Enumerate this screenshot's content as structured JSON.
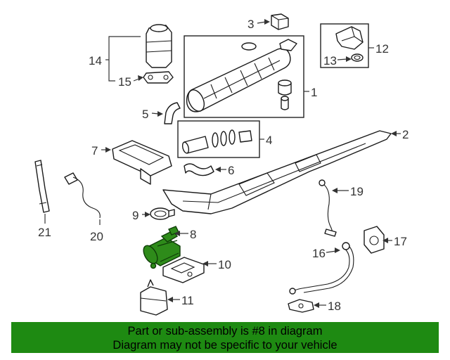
{
  "callouts": {
    "c1": "1",
    "c2": "2",
    "c3": "3",
    "c4": "4",
    "c5": "5",
    "c6": "6",
    "c7": "7",
    "c8": "8",
    "c9": "9",
    "c10": "10",
    "c11": "11",
    "c12": "12",
    "c13": "13",
    "c14": "14",
    "c15": "15",
    "c16": "16",
    "c17": "17",
    "c18": "18",
    "c19": "19",
    "c20": "20",
    "c21": "21"
  },
  "highlighted_callout": "8",
  "colors": {
    "highlight": "#2e8b1a",
    "banner_background": "#1e8a12",
    "line_art": "#1a1a1a"
  },
  "banner": {
    "line1": "Part or sub-assembly is #8 in diagram",
    "line2": "Diagram may not be specific to your vehicle"
  }
}
